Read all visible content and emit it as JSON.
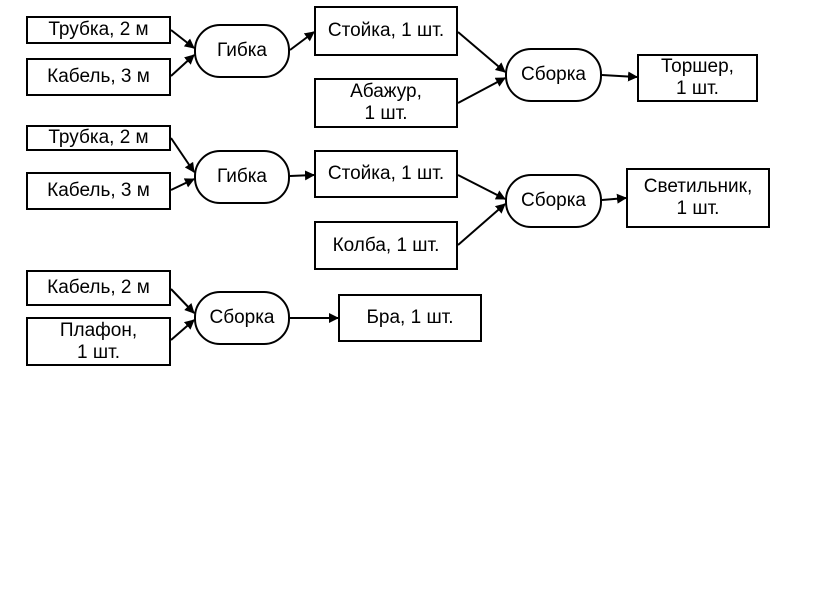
{
  "diagram": {
    "type": "flowchart",
    "nodes": {
      "n1": "Трубка, 2 м",
      "n2": "Кабель, 3 м",
      "n3": "Гибка",
      "n4": "Стойка, 1 шт.",
      "n5": "Абажур,\n1 шт.",
      "n6": "Сборка",
      "n7": "Торшер,\n1 шт.",
      "n8": "Трубка, 2 м",
      "n9": "Кабель, 3 м",
      "n10": "Гибка",
      "n11": "Стойка, 1 шт.",
      "n12": "Колба, 1 шт.",
      "n13": "Сборка",
      "n14": "Светильник,\n1 шт.",
      "n15": "Кабель, 2 м",
      "n16": "Плафон,\n1 шт.",
      "n17": "Сборка",
      "n18": "Бра, 1 шт."
    },
    "edges": [
      [
        "n1",
        "n3"
      ],
      [
        "n2",
        "n3"
      ],
      [
        "n3",
        "n4"
      ],
      [
        "n4",
        "n6"
      ],
      [
        "n5",
        "n6"
      ],
      [
        "n6",
        "n7"
      ],
      [
        "n8",
        "n10"
      ],
      [
        "n9",
        "n10"
      ],
      [
        "n10",
        "n11"
      ],
      [
        "n11",
        "n13"
      ],
      [
        "n12",
        "n13"
      ],
      [
        "n13",
        "n14"
      ],
      [
        "n15",
        "n17"
      ],
      [
        "n16",
        "n17"
      ],
      [
        "n17",
        "n18"
      ]
    ]
  }
}
